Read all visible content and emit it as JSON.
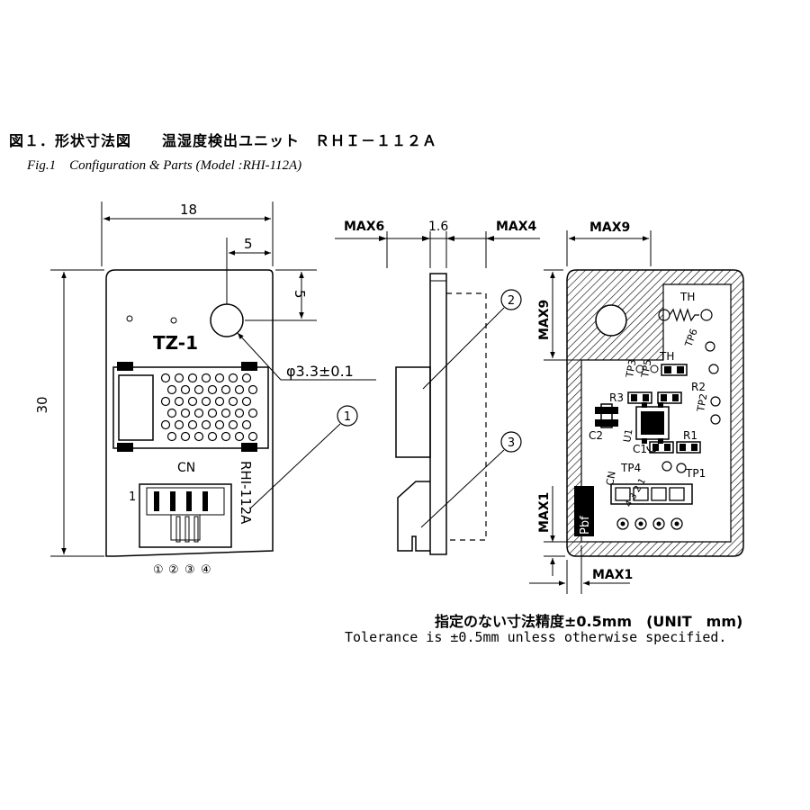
{
  "title_jp": "図１．形状寸法図　　温湿度検出ユニット　ＲＨＩ－１１２Ａ",
  "title_en": "Fig.1　Configuration & Parts (Model :RHI-112A)",
  "front_view": {
    "dim_width": "18",
    "dim_hole_x": "5",
    "dim_hole_y": "5",
    "dim_height": "30",
    "hole_dia": "φ3.3±0.1",
    "silk_logo": "TZ-1",
    "connector_label": "CN",
    "pin1_label": "1",
    "model_label": "RHI-112A",
    "pin_numbers": [
      "①",
      "②",
      "③",
      "④"
    ],
    "callout_1": "1"
  },
  "side_view": {
    "dim_max6": "MAX6",
    "dim_thickness": "1.6",
    "dim_max4": "MAX4",
    "callout_2": "2",
    "callout_3": "3"
  },
  "back_view": {
    "dim_max9_top": "MAX9",
    "dim_max9_side": "MAX9",
    "dim_max1_side": "MAX1",
    "dim_max1_bottom": "MAX1",
    "th_label": "TH",
    "th2_label": "TH",
    "tp3": "TP3",
    "tp5": "TP5",
    "tp6": "TP6",
    "tp2": "TP2",
    "tp4": "TP4",
    "tp1": "TP1",
    "r1": "R1",
    "r2": "R2",
    "r3": "R3",
    "c1": "C1",
    "c2": "C2",
    "u1": "U1",
    "cn": "CN",
    "pbf": "Pbf",
    "pins": "4 3 2 1"
  },
  "tolerance_jp": "指定のない寸法精度±0.5mm　(UNIT　mm)",
  "tolerance_en": "Tolerance is ±0.5mm unless otherwise specified."
}
